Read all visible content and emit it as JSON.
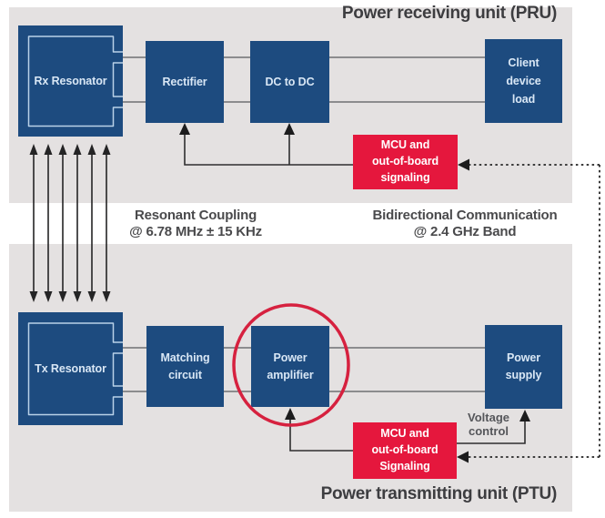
{
  "pru": {
    "title": "Power receiving unit (PRU)",
    "rx_resonator": "Rx Resonator",
    "rectifier": "Rectifier",
    "dc_to_dc": "DC to DC",
    "client_device_load": "Client\ndevice\nload",
    "mcu": "MCU and\nout-of-board\nsignaling"
  },
  "ptu": {
    "title": "Power transmitting unit (PTU)",
    "tx_resonator": "Tx Resonator",
    "matching_circuit": "Matching\ncircuit",
    "power_amplifier": "Power\namplifier",
    "power_supply": "Power\nsupply",
    "mcu": "MCU and\nout-of-board\nSignaling",
    "voltage_control": "Voltage\ncontrol"
  },
  "captions": {
    "resonant_coupling": "Resonant Coupling\n@ 6.78 MHz ± 15 KHz",
    "bidirectional_communication": "Bidirectional Communication\n@ 2.4 GHz Band"
  },
  "colors": {
    "block_navy": "#1d4b7f",
    "block_red": "#e5173d",
    "highlight_circle_red": "#d6213f",
    "panel_gray": "#e4e1e1",
    "connector_gray": "#6f7072",
    "arrow_black": "#242425",
    "dashed_line": "#3c3c3c",
    "title_text": "#3d3d40",
    "caption_text": "#4a4a4c"
  }
}
